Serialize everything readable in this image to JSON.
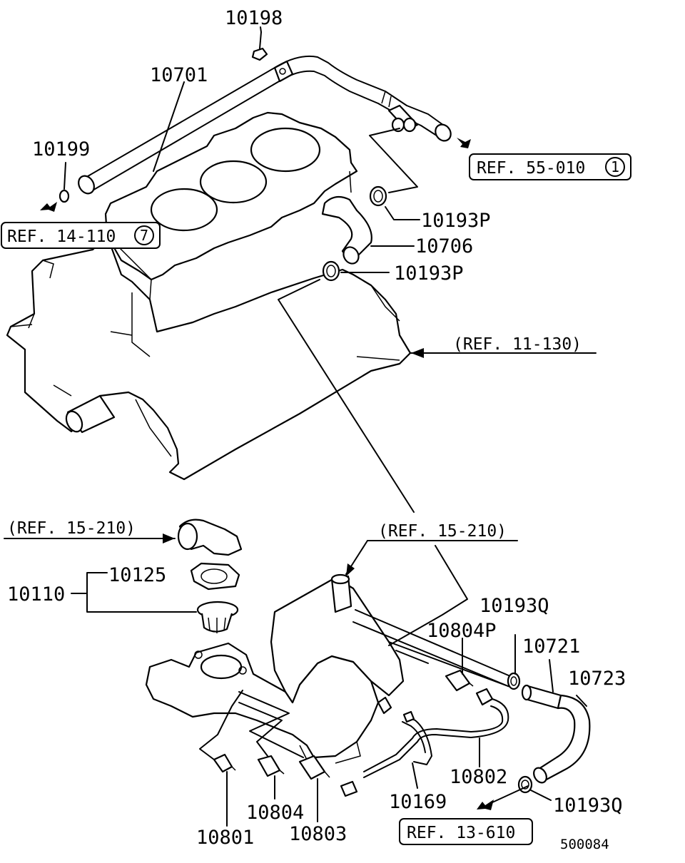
{
  "diagram": {
    "part_numbers": {
      "p10198": "10198",
      "p10701": "10701",
      "p10199": "10199",
      "p10193P_a": "10193P",
      "p10706": "10706",
      "p10193P_b": "10193P",
      "p10125": "10125",
      "p10110": "10110",
      "p10193Q_a": "10193Q",
      "p10804P": "10804P",
      "p10721": "10721",
      "p10723": "10723",
      "p10802": "10802",
      "p10169": "10169",
      "p10193Q_b": "10193Q",
      "p10804": "10804",
      "p10801": "10801",
      "p10803": "10803"
    },
    "references": {
      "ref_55_010": "REF. 55-010",
      "ref_55_010_num": "1",
      "ref_14_110": "REF. 14-110",
      "ref_14_110_num": "7",
      "ref_11_130": "(REF. 11-130)",
      "ref_15_210_left": "(REF. 15-210)",
      "ref_15_210_right": "(REF. 15-210)",
      "ref_13_610": "REF. 13-610"
    },
    "drawing_code": "500084"
  }
}
